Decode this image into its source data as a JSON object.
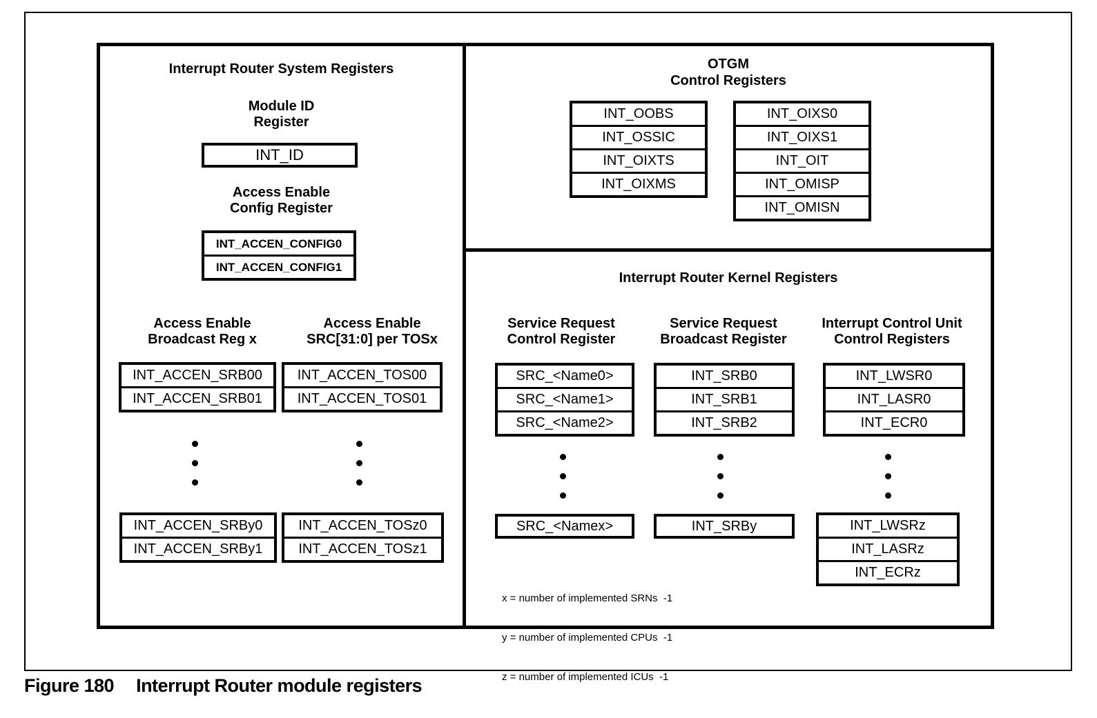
{
  "colors": {
    "ink": "#000000",
    "background": "#ffffff"
  },
  "figure": {
    "label": "Figure 180",
    "title": "Interrupt Router module registers"
  },
  "system_section": {
    "title": "Interrupt Router System Registers",
    "module_id_header": "Module ID\nRegister",
    "module_id_register": "INT_ID",
    "accen_config_header": "Access Enable\nConfig Register",
    "accen_config": [
      "INT_ACCEN_CONFIG0",
      "INT_ACCEN_CONFIG1"
    ],
    "srb_header": "Access Enable\nBroadcast Reg x",
    "tos_header": "Access Enable\nSRC[31:0] per TOSx",
    "srb_top": [
      "INT_ACCEN_SRB00",
      "INT_ACCEN_SRB01"
    ],
    "srb_bottom": [
      "INT_ACCEN_SRBy0",
      "INT_ACCEN_SRBy1"
    ],
    "tos_top": [
      "INT_ACCEN_TOS00",
      "INT_ACCEN_TOS01"
    ],
    "tos_bottom": [
      "INT_ACCEN_TOSz0",
      "INT_ACCEN_TOSz1"
    ]
  },
  "otgm_section": {
    "title": "OTGM\nControl Registers",
    "col_a": [
      "INT_OOBS",
      "INT_OSSIC",
      "INT_OIXTS",
      "INT_OIXMS"
    ],
    "col_b": [
      "INT_OIXS0",
      "INT_OIXS1",
      "INT_OIT",
      "INT_OMISP",
      "INT_OMISN"
    ]
  },
  "kernel_section": {
    "title": "Interrupt Router Kernel Registers",
    "src_header": "Service Request\nControl Register",
    "srb_header": "Service Request\nBroadcast Register",
    "icu_header": "Interrupt Control Unit\nControl Registers",
    "src_top": [
      "SRC_<Name0>",
      "SRC_<Name1>",
      "SRC_<Name2>"
    ],
    "src_bottom": "SRC_<Namex>",
    "srb_top": [
      "INT_SRB0",
      "INT_SRB1",
      "INT_SRB2"
    ],
    "srb_bottom": "INT_SRBy",
    "icu_top": [
      "INT_LWSR0",
      "INT_LASR0",
      "INT_ECR0"
    ],
    "icu_bottom": [
      "INT_LWSRz",
      "INT_LASRz",
      "INT_ECRz"
    ],
    "notes": [
      "x = number of implemented SRNs  -1",
      "y = number of implemented CPUs  -1",
      "z = number of implemented ICUs  -1"
    ]
  }
}
